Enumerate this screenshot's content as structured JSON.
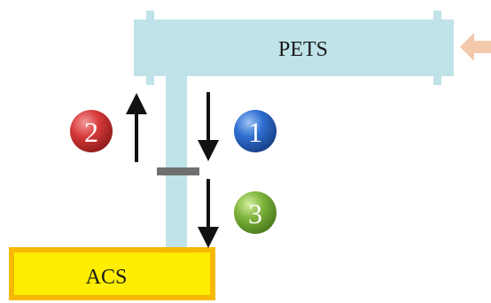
{
  "components": {
    "pets": {
      "label": "PETS"
    },
    "acs": {
      "label": "ACS"
    }
  },
  "steps": [
    {
      "number": "2",
      "direction": "up",
      "color": "#d63a3a"
    },
    {
      "number": "1",
      "direction": "down",
      "color": "#2f6fd1"
    },
    {
      "number": "3",
      "direction": "down",
      "color": "#7db33c"
    }
  ],
  "colors": {
    "waveguide": "#bfe3e8",
    "waveguide_edge": "#a9d6dc",
    "acs_fill": "#ffee00",
    "acs_border": "#f7b800",
    "input_arrow": "#f3c9ad",
    "valve": "#707070",
    "arrow": "#111111"
  }
}
